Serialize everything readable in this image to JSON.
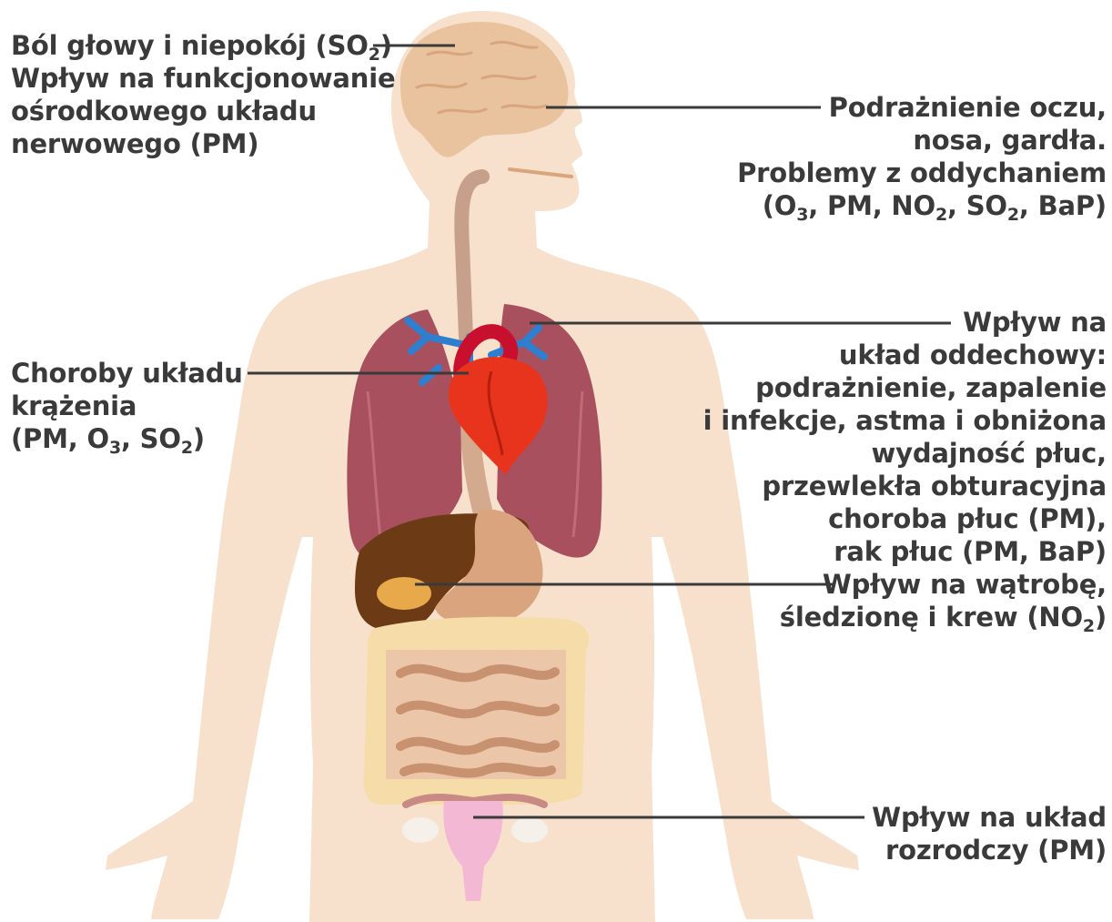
{
  "labels": {
    "brain": [
      [
        "Ból głowy i niepokój (SO",
        "2",
        ")"
      ],
      [
        "Wpływ na funkcjonowanie"
      ],
      [
        "ośrodkowego układu"
      ],
      [
        "nerwowego (PM)"
      ]
    ],
    "eyes": [
      [
        "Podrażnienie oczu,"
      ],
      [
        "nosa, gardła."
      ],
      [
        "Problemy z oddychaniem"
      ],
      [
        "(O",
        "3",
        ", PM, NO",
        "2",
        ", SO",
        "2",
        ", BaP)"
      ]
    ],
    "circulatory": [
      [
        "Choroby układu"
      ],
      [
        "krążenia"
      ],
      [
        "(PM, O",
        "3",
        ", SO",
        "2",
        ")"
      ]
    ],
    "respiratory": [
      [
        "Wpływ na"
      ],
      [
        "układ oddechowy:"
      ],
      [
        "podrażnienie, zapalenie"
      ],
      [
        "i infekcje, astma i obniżona"
      ],
      [
        "wydajność płuc,"
      ],
      [
        "przewlekła obturacyjna"
      ],
      [
        "choroba płuc (PM),"
      ],
      [
        "rak płuc (PM, BaP)"
      ]
    ],
    "liver": [
      [
        "Wpływ na wątrobę,"
      ],
      [
        "śledzionę i krew (NO",
        "2",
        ")"
      ]
    ],
    "reproductive": [
      [
        "Wpływ na układ"
      ],
      [
        "rozrodczy (PM)"
      ]
    ]
  },
  "colors": {
    "skin": "#f8e1cc",
    "brain": "#e9c29e",
    "lungs": "#a8505e",
    "heart": "#e8341c",
    "veins": "#2f7fd0",
    "liver": "#6d3a16",
    "gallbladder": "#e8a94a",
    "stomach": "#d9a47e",
    "intestine_large": "#f5dca8",
    "intestine_small": "#d8a88a",
    "uterus": "#f2b8d4",
    "leader_line": "#3a3a3a",
    "text": "#3a3a3a"
  }
}
